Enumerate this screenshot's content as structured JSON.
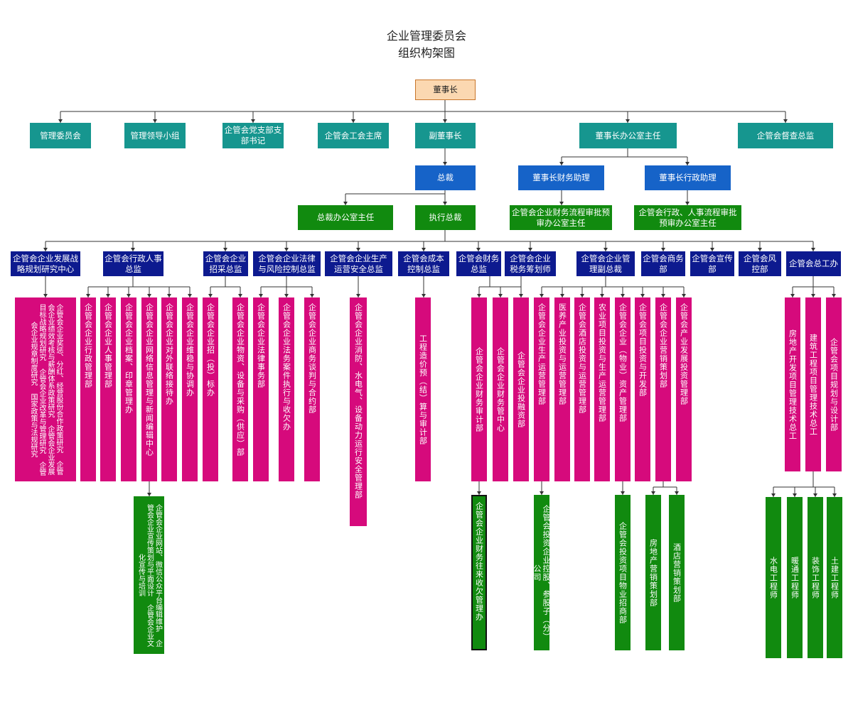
{
  "header": {
    "title_line1": "企业管理委员会",
    "title_line2": "组织构架图"
  },
  "top": {
    "chairman": "董事长"
  },
  "level2": {
    "management_committee": "管理委员会",
    "leading_group": "管理领导小组",
    "party_secretary": "企管会党支部支部书记",
    "union_chair": "企管会工会主席",
    "vice_chairman": "副董事长",
    "chairman_office_director": "董事长办公室主任",
    "supervision_director": "企管会督查总监"
  },
  "level3": {
    "president": "总裁",
    "finance_assistant": "董事长财务助理",
    "admin_assistant": "董事长行政助理"
  },
  "level4": {
    "president_office_director": "总裁办公室主任",
    "executive_president": "执行总裁",
    "finance_approval_office": "企管会企业财务流程审批预审办公室主任",
    "admin_hr_approval_office": "企管会行政、人事流程审批预审办公室主任"
  },
  "directors": {
    "strategy": "企管会企业发展战略规划研究中心",
    "admin_hr": "企管会行政人事总监",
    "procurement": "企管会企业招采总监",
    "legal_risk": "企管会企业法律与风险控制总监",
    "production_safety": "企管会企业生产运营安全总监",
    "cost_control": "企管会成本控制总监",
    "finance": "企管会财务总监",
    "tax": "企管会企业税务筹划师",
    "vice_president_mgmt": "企管会企业管理副总裁",
    "commerce": "企管会商务部",
    "publicity": "企管会宣传部",
    "risk_control": "企管会风控部",
    "chief_engineer": "企管会总工办"
  },
  "departments": {
    "strategy_research": "企管会企业奖惩、分红、经营股份合作政策研究 企管会企业绩效考核与薪酬体系政策研究 企管会企业发展目标战略规划研究 企管会企业改革与管理研究 企管会企业规章制度研究 国家政策与法规研究",
    "admin_mgmt": "企管会企业行政管理部",
    "hr_mgmt": "企管会企业人事管理部",
    "archives": "企管会企业档案、印章管理办",
    "network_info": "企管会企业网络信息管理与新闻编辑中心",
    "external_liaison": "企管会企业对外联络接待办",
    "stability": "企管会企业维稳与协调办",
    "bidding": "企管会企业招（投）标办",
    "materials": "企管会企业物资、设备与采购（供应）部",
    "legal_affairs": "企管会企业法律事务部",
    "legal_cases": "企管会企业法务案件执行与收欠办",
    "negotiation": "企管会企业商务谈判与合约部",
    "fire_safety": "企管会企业消防、水电气、设备动力运行安全管理部",
    "cost_audit": "工程造价预（结）算与审计部",
    "finance_audit": "企管会企业财务审计部",
    "finance_center": "企管会企业财务管中心",
    "investment_finance": "企管会企业投融资部",
    "production_ops": "企管会企业生产运营管理部",
    "medical_invest": "医养产业投资与运营管理部",
    "hotel_invest": "企管会酒店投资与运营管理部",
    "agri_invest": "农业项目投资与生产运营管理部",
    "property_asset": "企管会企业（物业）资产管理部",
    "project_invest": "企管会项目投资与开发部",
    "marketing_plan": "企管会企业营销策划部",
    "industry_invest": "企管会产业发展投资管理部",
    "re_dev_chief": "房地产开发项目管理技术总工",
    "construction_chief": "建筑工程项目管理技术总工",
    "planning_design": "企管会项目规划与设计部"
  },
  "subunits": {
    "website_media": "企管会企业网站、微信公众平台编辑维护 企管会企业宣传策划与平面设计 企管会企业文化宣传与培训",
    "receivables": "企管会企业财务往来收欠管理办",
    "holding_companies": "企管会投资企业控股、参股子（分）公司",
    "property_leasing": "企管会投资项目物业招商部",
    "re_marketing": "房地产营销策划部",
    "hotel_marketing": "酒店营销策划部",
    "mep_engineer": "水电工程师",
    "hvac_engineer": "暖通工程师",
    "decoration_engineer": "装饰工程师",
    "civil_engineer": "土建工程师"
  },
  "colors": {
    "teal": "#16968f",
    "blue": "#1663c8",
    "green": "#118a0f",
    "navy": "#0d1a8f",
    "magenta": "#d60a7c",
    "peach": "#fbd8b1"
  }
}
